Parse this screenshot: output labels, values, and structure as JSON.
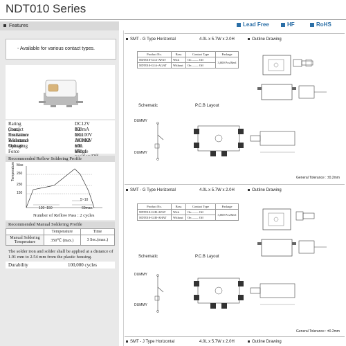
{
  "header": {
    "series_title": "NDT010 Series",
    "badges": [
      "Lead Free",
      "HF",
      "RoHS"
    ]
  },
  "features": {
    "label": "Features",
    "available_text": "- Available for various contact types."
  },
  "specs": [
    {
      "key": "Rating (max)",
      "value": "DC12V  100mA"
    },
    {
      "key": "Contact Resistance",
      "value": "8Ω min."
    },
    {
      "key": "Insulation Resistance",
      "value": "DC100V  100MΩ min."
    },
    {
      "key": "Withstand Voltage",
      "value": "AC100V · 1 minute"
    },
    {
      "key": "Operating  Force",
      "value": "100 ±50gf"
    },
    {
      "key": "",
      "value": "On position/Off position"
    }
  ],
  "reflow": {
    "title": "Recommended Reflow Soldering Profile",
    "y_label": "Temperature",
    "y_ticks": [
      "Max",
      "260",
      "230",
      "150"
    ],
    "x_annotations": [
      "120~150",
      "5~10",
      "60max."
    ],
    "passes": "Number of Reflow Pass : 2 cycles"
  },
  "manual": {
    "title": "Recommended Manual Soldering Profile",
    "col_headers": [
      "Temperature",
      "Time"
    ],
    "row_label": "Manual Soldering Temperature",
    "temperature": "350℃ (max.)",
    "time": "3 Sec.(max.)",
    "note": "The solder iron and solder shall be applied at a distance of 1.91 mm to 2.54 mm from the plastic housing.",
    "durability_label": "Durability",
    "durability_value": "100,000 cycles"
  },
  "panel1": {
    "title": "SMT - G Type Horizontal",
    "dims": "4.0L x 5.7W x 2.0H",
    "drawing_label": "Outline Drawing",
    "table_headers": [
      "Product No.",
      "Boss",
      "Contact Type",
      "Package"
    ],
    "rows": [
      {
        "no": "NDT010-G1A-AFAT",
        "boss": "With",
        "contact": "On —— Off"
      },
      {
        "no": "NDT010-G1A-AGAT",
        "boss": "Without",
        "contact": "On —— Off"
      }
    ],
    "package": "3,000 Pcs/Reel",
    "schematic": "Schematic",
    "pcb": "P.C.B Layout",
    "dummy": "DUMMY",
    "tolerance": "General Tolerance : ±0.2mm"
  },
  "panel2": {
    "title": "SMT - G Type Horizontal",
    "dims": "4.0L x 5.7W x 2.0H",
    "drawing_label": "Outline Drawing",
    "table_headers": [
      "Product No.",
      "Boss",
      "Contact Type",
      "Package"
    ],
    "rows": [
      {
        "no": "NDT010-G1B-AFAT",
        "boss": "With",
        "contact": "On —— Off"
      },
      {
        "no": "NDT010-G1B-AHAT",
        "boss": "Without",
        "contact": "On —— Off"
      }
    ],
    "package": "3,000 Pcs/Reel",
    "schematic": "Schematic",
    "pcb": "P.C.B Layout",
    "dummy": "DUMMY",
    "tolerance": "General Tolerance : ±0.2mm"
  },
  "panel3": {
    "title": "SMT - J Type Horizontal",
    "dims": "4.0L x 5.7W x 2.0H",
    "drawing_label": "Outline Drawing"
  }
}
